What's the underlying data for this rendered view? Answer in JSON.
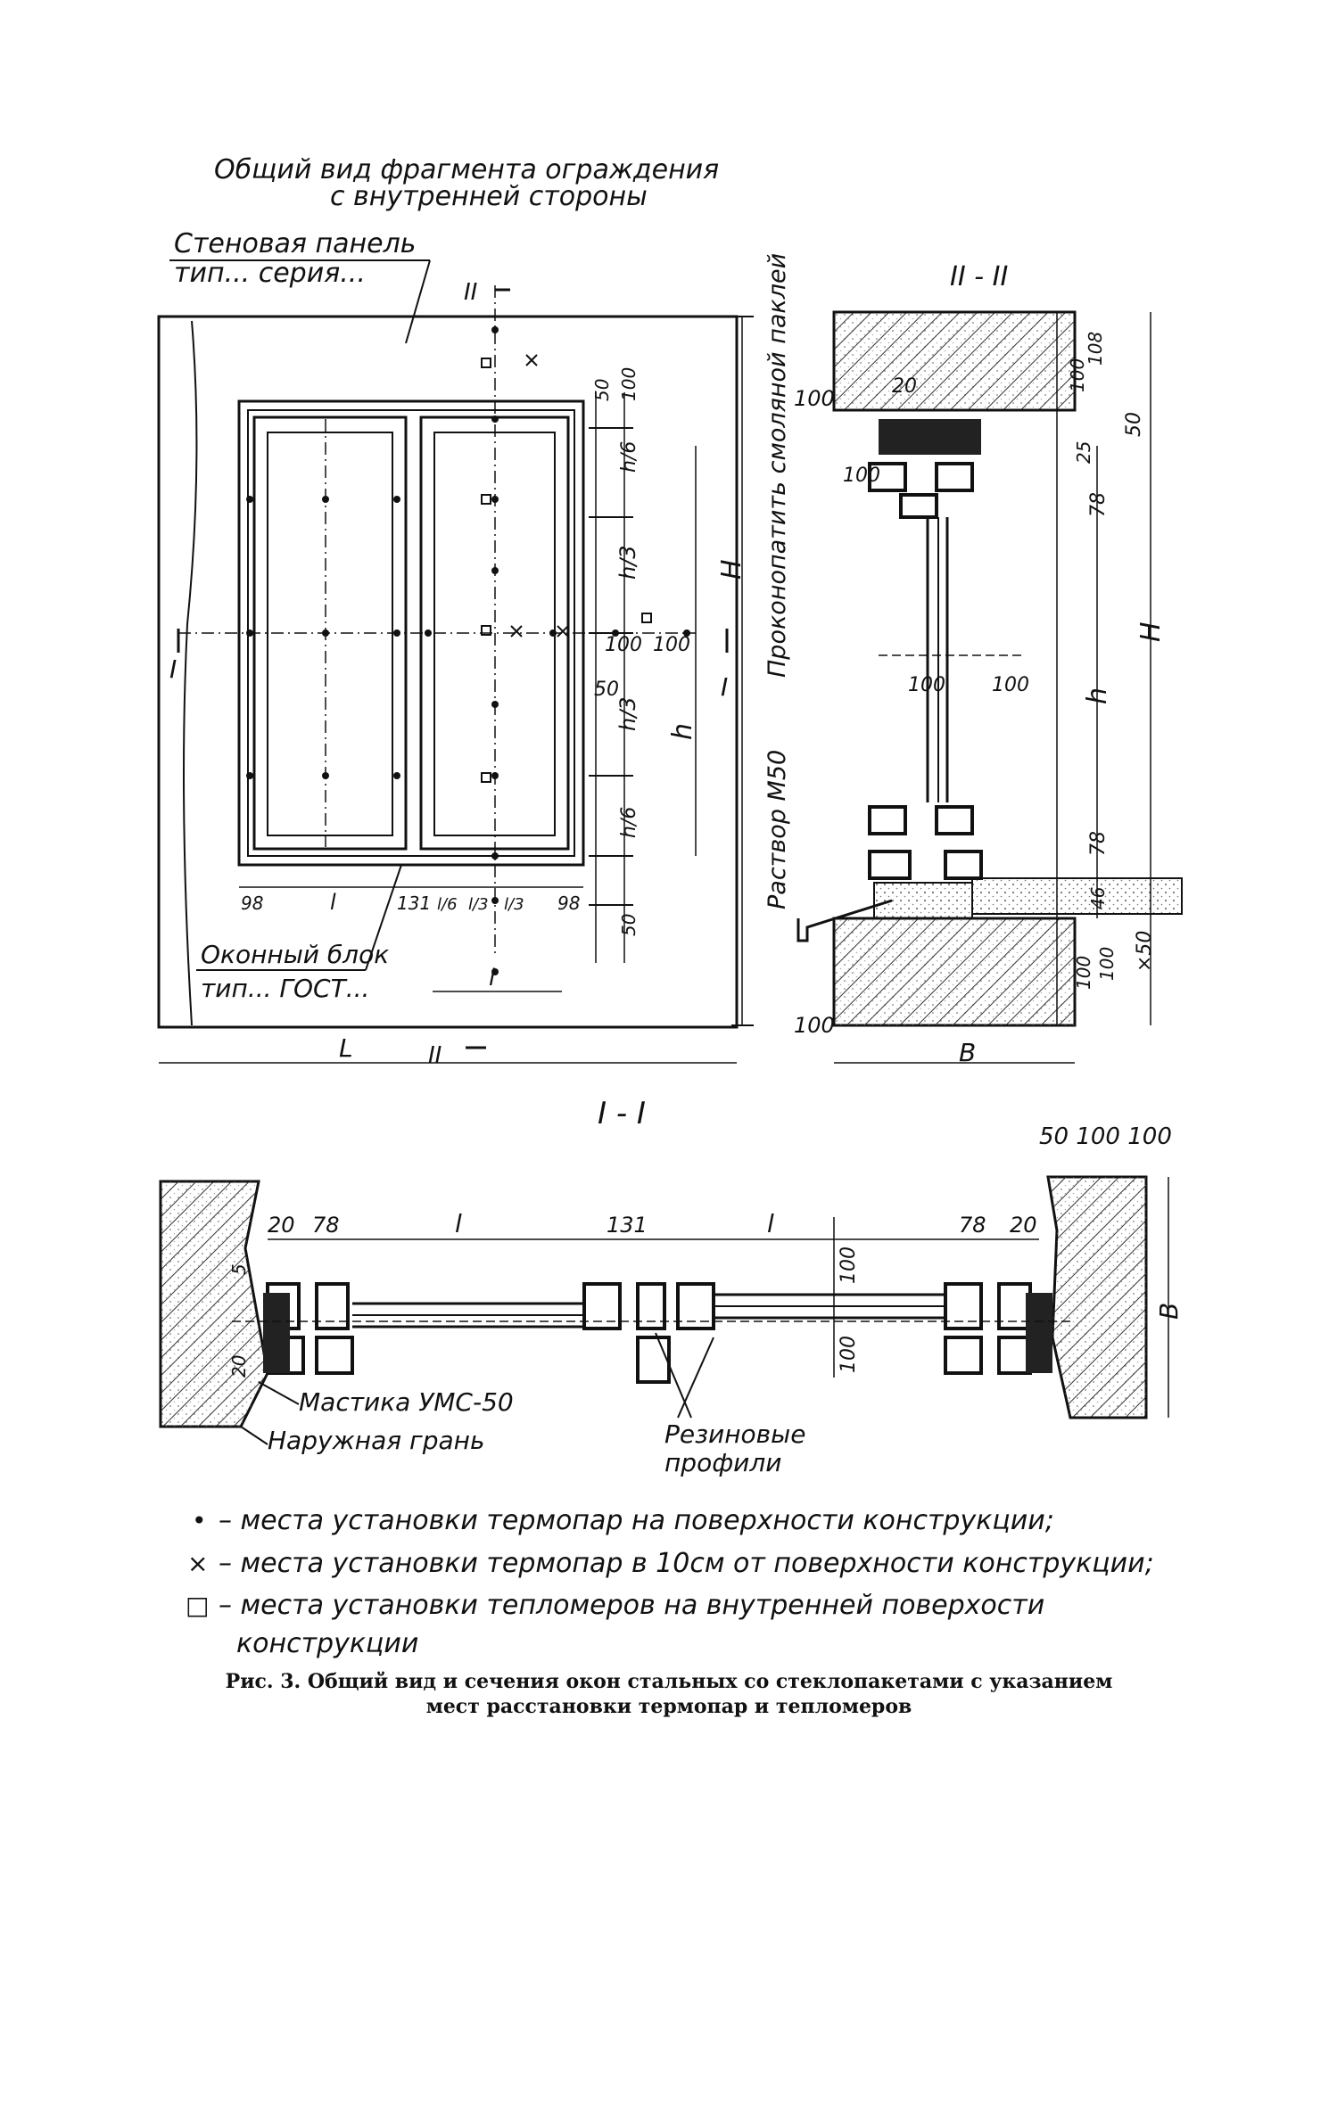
{
  "titles": {
    "general_view": "Общий вид фрагмента ограждения",
    "general_view_2": "с внутренней стороны",
    "wall_panel": "Стеновая панель",
    "wall_panel_type": "тип...  серия...",
    "window_block": "Оконный блок",
    "window_block_type": "тип...  ГОСТ...",
    "section_II": "II - II",
    "section_I": "I - I",
    "section_mark_II": "II",
    "section_mark_I": "I"
  },
  "labels": {
    "caulk": "Проконопатить смоляной паклей",
    "mortar": "Раствор М50",
    "mastic": "Мастика УМС-50",
    "outer_face": "Наружная грань",
    "rubber_profiles": "Резиновые профили",
    "rubber_profiles_1": "Резиновые",
    "rubber_profiles_2": "профили"
  },
  "dimensions": {
    "H": "H",
    "h": "h",
    "L": "L",
    "l": "l",
    "B": "B",
    "h6": "h/6",
    "h3": "h/3",
    "l3": "l/3",
    "l6": "l/6",
    "d50": "50",
    "d100": "100",
    "d108": "108",
    "d98": "98",
    "d131": "131",
    "d20": "20",
    "d78": "78",
    "d25": "25",
    "d46": "46",
    "d5": "5",
    "x50": "×50",
    "top_row": "50 100 100"
  },
  "legend": [
    {
      "symbol": "•",
      "text": "– места установки термопар на поверхности конструкции;"
    },
    {
      "symbol": "×",
      "text": "– места установки термопар в 10см от поверхности конструкции;"
    },
    {
      "symbol": "□",
      "text": "– места установки тепломеров на внутренней поверхости"
    },
    {
      "symbol": "",
      "text": "конструкции"
    }
  ],
  "caption": {
    "line1": "Рис. 3. Общий вид и сечения окон стальных со стеклопакетами с указанием",
    "line2": "мест расстановки термопар и тепломеров"
  },
  "colors": {
    "ink": "#111111",
    "hatch": "#333333"
  }
}
